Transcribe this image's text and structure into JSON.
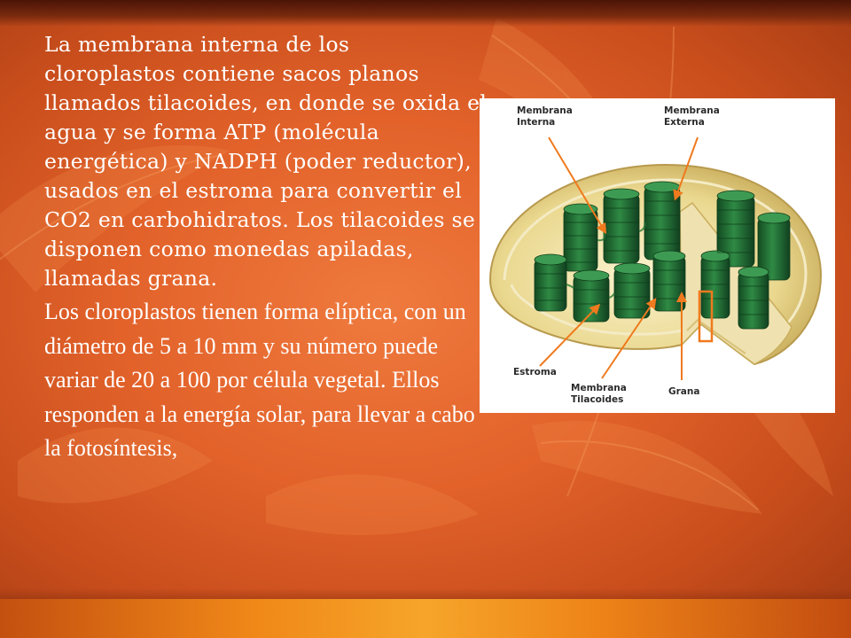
{
  "slide": {
    "paragraph1": "La membrana interna de los cloroplastos contiene sacos planos llamados tilacoides, en donde se oxida el agua y se forma ATP (molécula energética) y NADPH (poder reductor), usados en el estroma para convertir el CO2 en carbohidratos. Los tilacoides se disponen como monedas apiladas, llamadas grana.",
    "paragraph2": "Los cloroplastos tienen forma elíptica, con un diámetro de 5 a 10 mm y su número puede variar de 20 a 100 por célula vegetal. Ellos responden a la energía solar, para llevar a cabo la fotosíntesis,"
  },
  "diagram": {
    "labels": {
      "membrana_interna_l1": "Membrana",
      "membrana_interna_l2": "Interna",
      "membrana_externa_l1": "Membrana",
      "membrana_externa_l2": "Externa",
      "estroma": "Estroma",
      "membrana_tilacoides_l1": "Membrana",
      "membrana_tilacoides_l2": "Tilacoides",
      "grana": "Grana"
    },
    "colors": {
      "arrow": "#f07a1e",
      "grana": "#1f6a32",
      "outer_membrane": "#d9c67a",
      "stroma": "#f0e2a8"
    }
  }
}
